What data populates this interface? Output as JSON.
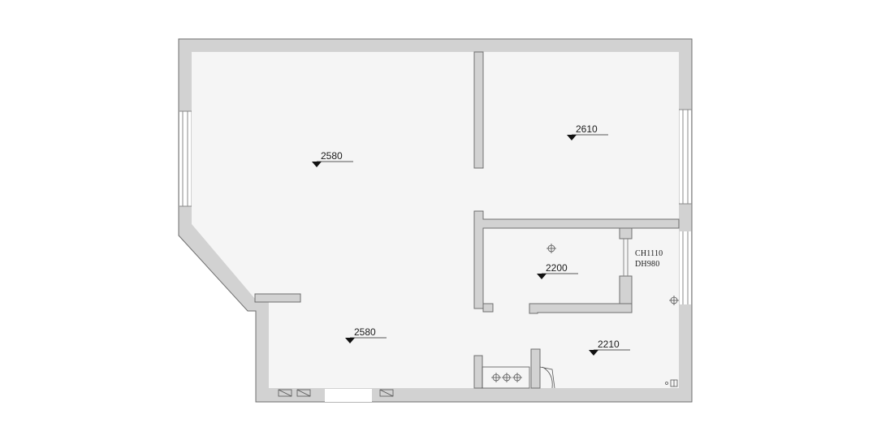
{
  "floor_plan": {
    "elevation_labels": [
      {
        "id": "living-upper",
        "text": "2580"
      },
      {
        "id": "bedroom",
        "text": "2610"
      },
      {
        "id": "bathroom",
        "text": "2200"
      },
      {
        "id": "living-lower",
        "text": "2580"
      },
      {
        "id": "kitchen",
        "text": "2210"
      }
    ],
    "window_note": {
      "ceiling_height": "CH1110",
      "door_height": "DH980"
    }
  }
}
